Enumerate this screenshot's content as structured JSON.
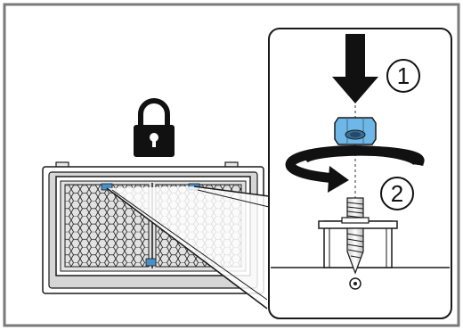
{
  "diagram": {
    "steps": [
      {
        "number": "1",
        "action": "push-down"
      },
      {
        "number": "2",
        "action": "rotate"
      }
    ],
    "icons": [
      "lock-icon",
      "push-down-arrow-icon",
      "rotate-arrow-icon",
      "hex-nut-icon",
      "threaded-stud-icon",
      "filter-icon"
    ],
    "colors": {
      "frame": "#7a7a7a",
      "stroke": "#1a1a1a",
      "nut_fill": "#6fb7e6",
      "nut_dark": "#3b6d93",
      "clip_fill": "#4a90c8",
      "panel_grey": "#e2e2e2",
      "arrow_black": "#111111"
    }
  }
}
